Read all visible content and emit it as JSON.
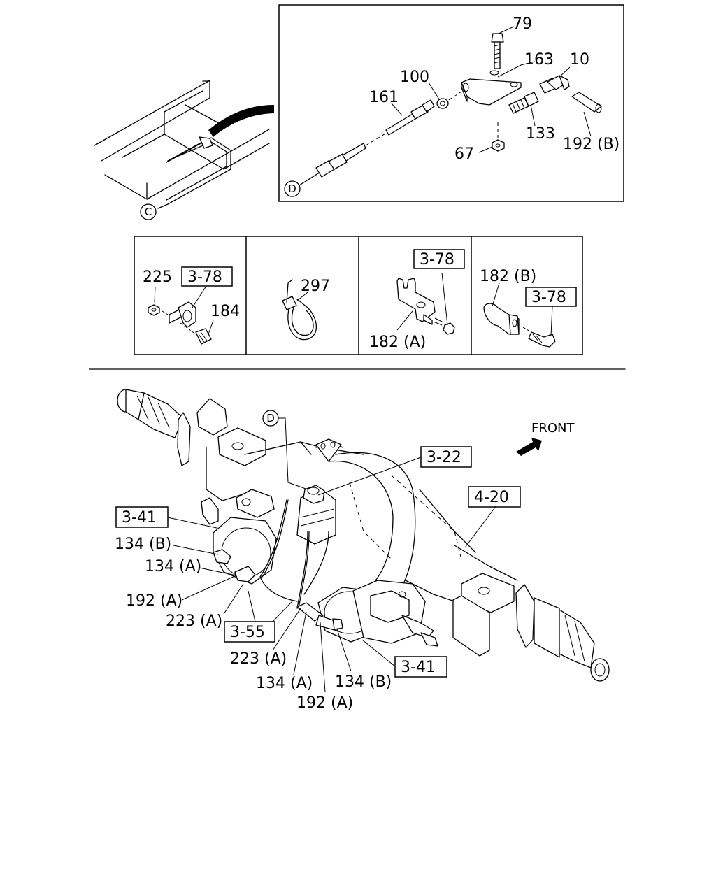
{
  "callouts": {
    "c79": "79",
    "c10": "10",
    "c163": "163",
    "c100": "100",
    "c161": "161",
    "c133": "133",
    "c67": "67",
    "c192b": "192 (B)",
    "c225": "225",
    "c184": "184",
    "c297": "297",
    "c182a": "182 (A)",
    "c182b": "182 (B)",
    "c134b_l": "134 (B)",
    "c134a_l": "134 (A)",
    "c192a_l": "192 (A)",
    "c223a_l": "223 (A)",
    "c223a_b": "223 (A)",
    "c134a_b": "134 (A)",
    "c192a_b": "192 (A)",
    "c134b_b": "134 (B)"
  },
  "refs": {
    "r378_1": "3-78",
    "r378_2": "3-78",
    "r378_3": "3-78",
    "r322": "3-22",
    "r420": "4-20",
    "r341_l": "3-41",
    "r341_r": "3-41",
    "r355": "3-55"
  },
  "markers": {
    "c_marker": "C",
    "d_marker_top": "D",
    "d_marker_main": "D"
  },
  "front_label": "FRONT"
}
